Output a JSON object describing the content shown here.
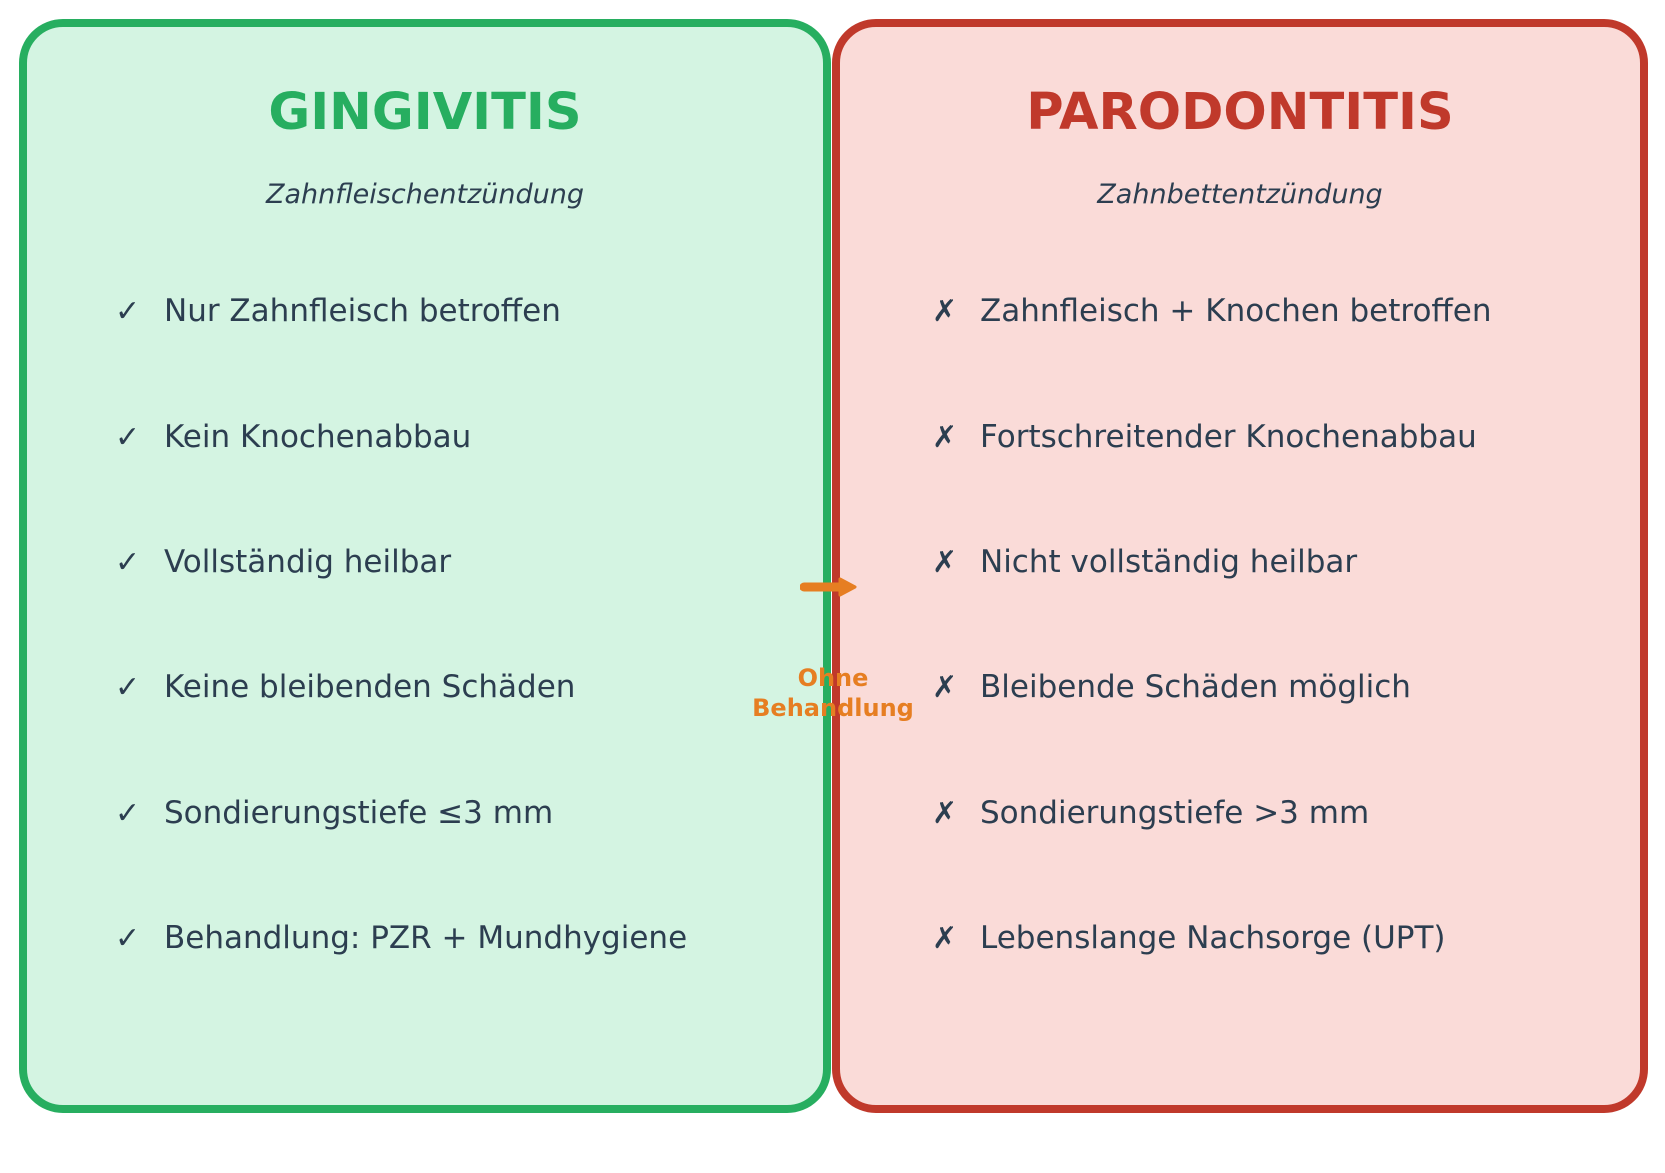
{
  "left": {
    "title": "GINGIVITIS",
    "subtitle": "Zahnfleischentzündung",
    "mark": "✓",
    "color": "#27ae60",
    "items": [
      "Nur Zahnfleisch betroffen",
      "Kein Knochenabbau",
      "Vollständig heilbar",
      "Keine bleibenden Schäden",
      "Sondierungstiefe ≤3 mm",
      "Behandlung: PZR + Mundhygiene"
    ]
  },
  "right": {
    "title": "PARODONTITIS",
    "subtitle": "Zahnbettentzündung",
    "mark": "✗",
    "color": "#c0392b",
    "items": [
      "Zahnfleisch + Knochen betroffen",
      "Fortschreitender Knochenabbau",
      "Nicht vollständig heilbar",
      "Bleibende Schäden möglich",
      "Sondierungstiefe >3 mm",
      "Lebenslange Nachsorge (UPT)"
    ]
  },
  "transition": {
    "line1": "Ohne",
    "line2": "Behandlung",
    "color": "#e67e22"
  }
}
